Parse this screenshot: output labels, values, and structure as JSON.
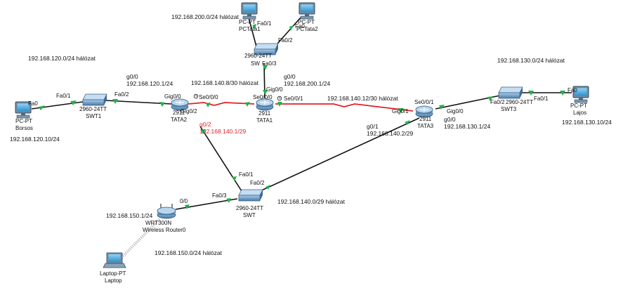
{
  "networks": {
    "n120": "192.168.120.0/24 hálózat",
    "n130": "192.168.130.0/24 hálózat",
    "n200": "192.168.200.0/24 hálózat",
    "n140_8": "192.168.140.8/30 hálózat",
    "n140_12": "192.168.140.12/30 hálózat",
    "n140_0": "192.168.140.0/29 hálózat",
    "n150": "192.168.150.0/24 hálózat"
  },
  "devices": {
    "borsos": {
      "type": "PC-PT",
      "name": "Borsos",
      "ip": "192.168.120.10/24"
    },
    "lajos": {
      "type": "PC-PT",
      "name": "Lajos",
      "ip": "192.168.130.10/24"
    },
    "pctata1": {
      "type": "PC-PT",
      "name": "PCTata1"
    },
    "pctata2": {
      "type": "PC-PT",
      "name": "PCTata2"
    },
    "swt1": {
      "model": "2960-24TT",
      "name": "SWT1"
    },
    "swt3": {
      "model": "2960-24TT",
      "name": "SWT3"
    },
    "swt": {
      "model": "2960-24TT",
      "name": "SWT"
    },
    "swtop": {
      "model": "2960-24TT",
      "name": "SW"
    },
    "tata1": {
      "model": "2911",
      "name": "TATA1"
    },
    "tata2": {
      "model": "2911",
      "name": "TATA2"
    },
    "tata3": {
      "model": "2911",
      "name": "TATA3"
    },
    "wrt": {
      "model": "WRT300N",
      "name": "Wireless Router0",
      "ip": "192.168.150.1/24"
    },
    "laptop": {
      "type": "Laptop-PT",
      "name": "Laptop"
    }
  },
  "ports": {
    "borsos_fa0": "Fa0",
    "swt1_fa01": "Fa0/1",
    "swt1_fa02": "Fa0/2",
    "tata2_g00": "Gig0/0",
    "tata2_g02": "Gig0/2",
    "tata2_se": "Se0/0/0",
    "tata2_g00_name": "g0/0",
    "tata2_g00_ip": "192.168.120.1/24",
    "tata2_g02_name": "g0/2",
    "tata2_g02_ip": "192.168.140.1/29",
    "tata1_se000": "Se0/0/0",
    "tata1_se001": "Se0/0/1",
    "tata1_g00": "Gig0/0",
    "tata1_g00_name": "g0/0",
    "tata1_g00_ip": "192.168.200.1/24",
    "swtop_fa01": "Fa0/1",
    "swtop_fa02": "Fa0/2",
    "swtop_fa03": "Fa0/3",
    "pctata2_fa0": "Fa0",
    "tata3_se": "Se0/0/1",
    "tata3_g01": "Gig0/1",
    "tata3_g00": "Gig0/0",
    "tata3_g00_name": "g0/0",
    "tata3_g00_ip": "192.168.130.1/24",
    "tata3_g01_name": "g0/1",
    "tata3_g01_ip": "192.168.140.2/29",
    "swt3_fa02": "Fa0/2",
    "swt3_fa01": "Fa0/1",
    "lajos_fa0": "Fa0",
    "swt_fa01": "Fa0/1",
    "swt_fa02": "Fa0/2",
    "swt_fa03": "Fa0/3",
    "wrt_00": "0/0"
  },
  "colors": {
    "cable": "#111111",
    "serial": "#e0202a",
    "link_up": "#22b14c",
    "device": "#5a8fc0"
  }
}
